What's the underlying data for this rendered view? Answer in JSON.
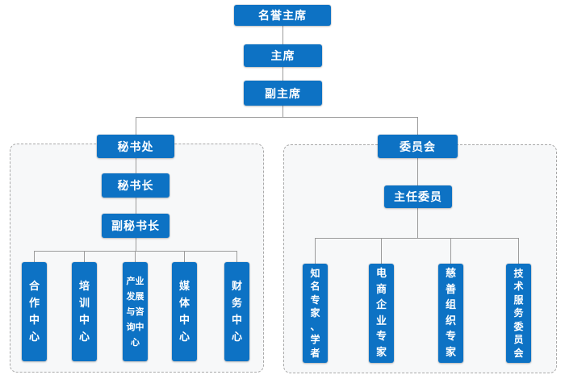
{
  "colors": {
    "accent": "#0d72c4",
    "node_text": "#ffffff",
    "line": "#9b9b9b",
    "panel_border": "#a9a9a9",
    "panel_fill": "#f7f8f9"
  },
  "org": {
    "honorary_chairman": "名誉主席",
    "chairman": "主席",
    "vice_chairman": "副主席",
    "secretariat": {
      "head": "秘书处",
      "secretary_general": "秘书长",
      "deputy_secretary_general": "副秘书长",
      "children": [
        "合\n作\n中\n心",
        "培\n训\n中\n心",
        "产业\n发展\n与咨\n询中\n心",
        "媒\n体\n中\n心",
        "财\n务\n中\n心"
      ]
    },
    "committee": {
      "head": "委员会",
      "chief_member": "主任委员",
      "children": [
        "知\n名\n专\n家\n、\n学\n者",
        "电\n商\n企\n业\n专\n家",
        "慈\n善\n组\n织\n专\n家",
        "技\n术\n服\n务\n委\n员\n会"
      ]
    }
  }
}
